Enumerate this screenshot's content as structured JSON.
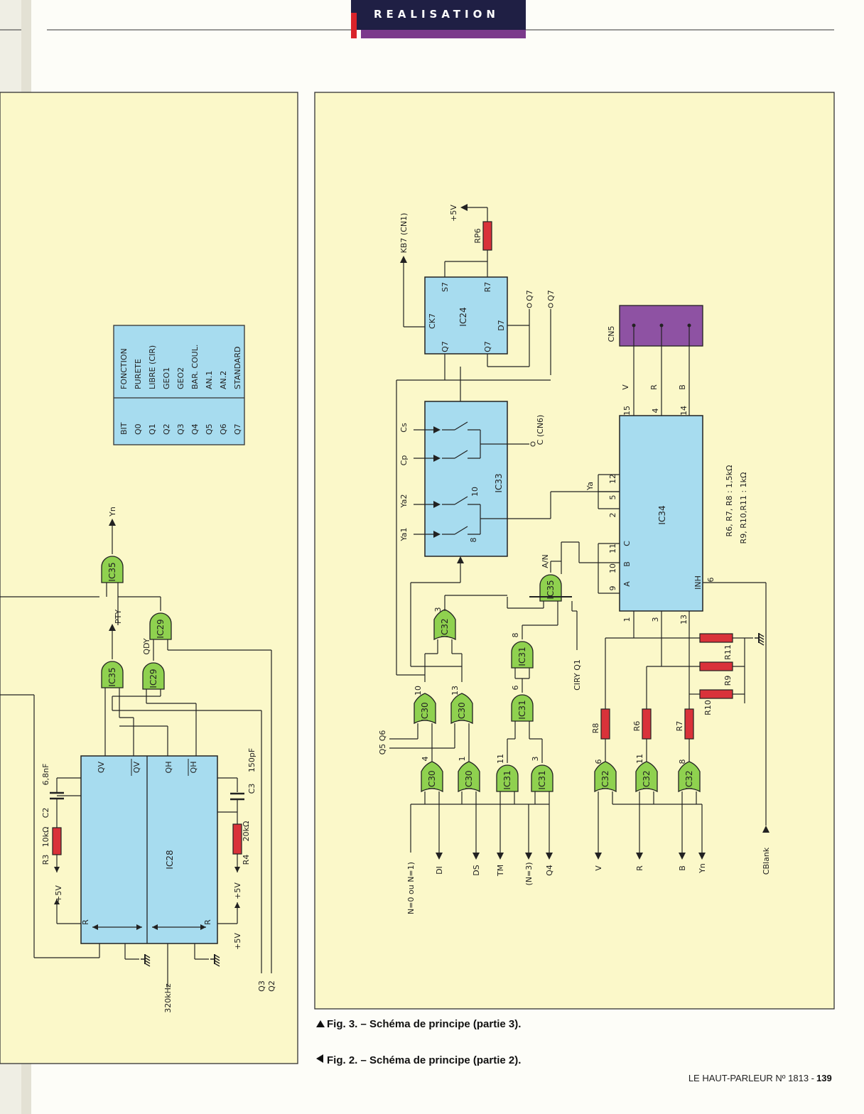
{
  "header": {
    "section": "REALISATION",
    "colors": {
      "band": "#1f1f44",
      "accent_red": "#d9232a",
      "accent_purple": "#7b3a8c",
      "panel": "#fbf8c9",
      "chip": "#a7dcef",
      "gate": "#8fd14f",
      "resistor": "#d9323a",
      "connector": "#8e52a3"
    }
  },
  "fig2": {
    "chips": {
      "ic28": "IC28"
    },
    "ic28_pins": {
      "qv": "QV",
      "qv_bar": "QV",
      "qh": "QH",
      "qh_bar": "QH",
      "r_left": "R",
      "r_right": "R"
    },
    "gates": {
      "ic35": "IC35",
      "ic35b": "IC35",
      "ic29a": "IC29",
      "ic29b": "IC29"
    },
    "signals": {
      "yn": "Yn",
      "pty": "PTY",
      "qdy": "QDY",
      "f320": "320kHz",
      "q3": "Q3",
      "q2": "Q2"
    },
    "components": {
      "c2": "C2",
      "c2_val": "6,8nF",
      "r3": "R3",
      "r3_val": "10kΩ",
      "c3": "C3",
      "c3_val": "150pF",
      "r4": "R4",
      "r4_val": "20kΩ",
      "vcc": "+5V"
    },
    "table": {
      "headers": [
        "BIT",
        "FONCTION"
      ],
      "rows": [
        [
          "Q0",
          "PURETE"
        ],
        [
          "Q1",
          "LIBRE (CIR)"
        ],
        [
          "Q2",
          "GEO1"
        ],
        [
          "Q3",
          "GEO2"
        ],
        [
          "Q4",
          "BAR. COUL."
        ],
        [
          "Q5",
          "AN.1"
        ],
        [
          "Q6",
          "AN.2"
        ],
        [
          "Q7",
          "STANDARD"
        ]
      ]
    }
  },
  "fig3": {
    "chips": {
      "ic24": "IC24",
      "ic33": "IC33",
      "ic34": "IC34",
      "cn5": "CN5"
    },
    "ic24_pins": {
      "ck7": "CK7",
      "q7": "Q7",
      "s7": "S7",
      "r7": "R7",
      "d7": "D7",
      "q7bar": "Q7"
    },
    "ic33_pins": {
      "p8": "8",
      "p10": "10"
    },
    "ic34_pins": {
      "a": "A",
      "b": "B",
      "c": "C",
      "inh": "INH",
      "p9": "9",
      "p10": "10",
      "p11": "11",
      "p2": "2",
      "p5": "5",
      "p12": "12",
      "p15": "15",
      "p4": "4",
      "p14": "14",
      "p1": "1",
      "p3": "3",
      "p13": "13",
      "p6": "6"
    },
    "cn5_pins": {
      "v": "V",
      "r": "R",
      "b": "B"
    },
    "gates": {
      "ic35": "IC35",
      "ic32a": "IC32",
      "ic32b": "IC32",
      "ic32c": "IC32",
      "ic32d": "IC32",
      "ic31a": "IC31",
      "ic31b": "IC31",
      "ic31c": "IC31",
      "ic31d": "IC31",
      "ic30a": "IC30",
      "ic30b": "IC30",
      "ic30c": "IC30",
      "ic30d": "IC30"
    },
    "pin_numbers": {
      "g3": "3",
      "g8": "8",
      "g6": "6",
      "g10": "10",
      "g13": "13",
      "g4": "4",
      "g1": "1",
      "g11": "11",
      "g3b": "3",
      "g6b": "6",
      "g11b": "11",
      "g8b": "8"
    },
    "signals": {
      "kb7": "KB7 (CN1)",
      "vcc": "+5V",
      "q7bar_out": "Q7",
      "q7_out": "Q7",
      "cs": "Cs",
      "cp": "Cp",
      "ya2": "Ya2",
      "ya1": "Ya1",
      "c_cn6": "C (CN6)",
      "ya": "Ya",
      "an": "A/N",
      "ciry_q1": "CIRY Q1",
      "q5q6": "Q5  Q6",
      "n0": "N=0 ou N=1)",
      "di": "DI",
      "ds": "DS",
      "tm": "TM",
      "n3": "(N=3)",
      "q4": "Q4",
      "v": "V",
      "r": "R",
      "b": "B",
      "yn": "Yn",
      "cblank": "CBlank"
    },
    "resistors": {
      "rp6": "RP6",
      "r8": "R8",
      "r6": "R6",
      "r7": "R7",
      "r11": "R11",
      "r9": "R9",
      "r10": "R10"
    },
    "notes": {
      "line1": "R6, R7, R8 : 1,5kΩ",
      "line2": "R9, R10,R11 : 1kΩ"
    }
  },
  "captions": {
    "fig3": "Fig. 3. – Schéma de principe (partie 3).",
    "fig2": "Fig. 2. – Schéma de principe (partie 2)."
  },
  "footer": {
    "magazine": "LE HAUT-PARLEUR Nº 1813 -",
    "page": "139"
  }
}
